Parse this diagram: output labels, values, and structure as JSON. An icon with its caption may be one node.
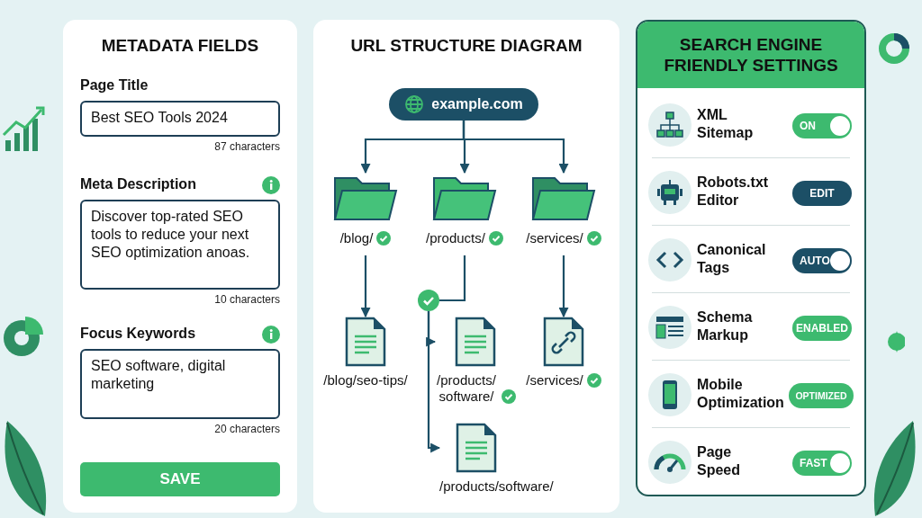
{
  "diagram": {
    "nodes": [
      {
        "text": [
          "METADATA FIELDS"
        ]
      },
      {
        "text": [
          "Page Title",
          "Best SEO Tools 2024"
        ],
        "in": 0,
        "beside": [
          "87 characters"
        ]
      },
      {
        "text": [
          "Meta Description",
          "Discover top-rated SEO tools to reduce your next SEO optimization anoas."
        ],
        "in": 0,
        "beside": [
          "10 characters"
        ]
      },
      {
        "text": [
          "Focus Keywords",
          "SEO software, digital marketing"
        ],
        "in": 0,
        "beside": [
          "20 characters"
        ]
      },
      {
        "text": [
          "SAVE"
        ],
        "in": 0
      },
      {
        "text": [
          "URL STRUCTURE DIAGRAM"
        ]
      },
      {
        "text": [
          "example.com"
        ],
        "in": 5
      },
      {
        "text": [
          "/blog/"
        ],
        "in": 5
      },
      {
        "text": [
          "/products/"
        ],
        "in": 5
      },
      {
        "text": [
          "/services/"
        ],
        "in": 5
      },
      {
        "text": [],
        "shape": "circle",
        "in": 5
      },
      {
        "text": [
          "/blog/seo-tips/"
        ],
        "in": 5
      },
      {
        "text": [
          "/products/ software/"
        ],
        "in": 5
      },
      {
        "text": [
          "/services/"
        ],
        "in": 5
      },
      {
        "text": [
          "/products/software/"
        ],
        "in": 5
      },
      {
        "text": [
          "SEARCH ENGINE FRIENDLY SETTINGS"
        ]
      },
      {
        "text": [
          "ON"
        ],
        "in": 15,
        "beside": [
          "XML Sitemap"
        ]
      },
      {
        "text": [
          "EDIT"
        ],
        "in": 15,
        "beside": [
          "Robots.txt Editor"
        ]
      },
      {
        "text": [
          "AUTO"
        ],
        "in": 15,
        "beside": [
          "Canonical Tags"
        ]
      },
      {
        "text": [
          "ENABLED"
        ],
        "in": 15,
        "beside": [
          "Schema Markup"
        ]
      },
      {
        "text": [
          "OPTIMIZED"
        ],
        "in": 15,
        "beside": [
          "Mobile Optimization"
        ]
      },
      {
        "text": [
          "FAST"
        ],
        "in": 15,
        "beside": [
          "Page Speed"
        ]
      }
    ],
    "edges": [
      {
        "from": 6,
        "to": 7,
        "arrow": "to"
      },
      {
        "from": 6,
        "to": 8,
        "arrow": "to"
      },
      {
        "from": 6,
        "to": 9,
        "arrow": "to"
      },
      {
        "from": 7,
        "to": 11,
        "arrow": "to"
      },
      {
        "from": 8,
        "to": 10,
        "arrow": "none"
      },
      {
        "from": 10,
        "to": 12,
        "arrow": "to"
      },
      {
        "from": 10,
        "to": 14,
        "arrow": "to"
      },
      {
        "from": 9,
        "to": 13,
        "arrow": "to"
      }
    ]
  }
}
